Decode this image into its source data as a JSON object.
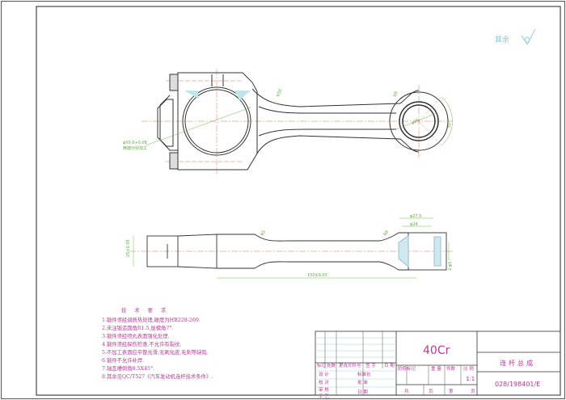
{
  "roughness_note": "其余",
  "dimensions": {
    "big_end_bore": "φ50.6+0.08",
    "big_end_note": "两端分别加工",
    "shank_radius": "R50",
    "small_end_radius": "R8",
    "small_end_bore": "φ26",
    "small_end_angle": "82°",
    "width": "25±0.05",
    "small_end_outer": "φ27.5",
    "small_end_inner": "φ24",
    "center_distance": "150±0.03",
    "oil_holes": "2-φ5",
    "fillet_left": "R5",
    "fillet_right": "R8"
  },
  "requirements": {
    "title": "技 术 要 求",
    "items": [
      "1.锻件须经调质热处理,硬度为HB228-269.",
      "2.未注锻造圆角R1.5,拔模角7°.",
      "3.锻件须经喷丸表面强化处理.",
      "4.锻件须经探伤检查,不允许有裂纹.",
      "5.不加工表面应平整光滑,无氧化皮,毛刺等缺陷.",
      "6.锻件不允许补焊.",
      "7.轴瓦槽倒角0.5X45°.",
      "8.其余见QC/T527《汽车发动机连杆技术条件》."
    ]
  },
  "title_block": {
    "material": "40Cr",
    "part_name": "连杆总成",
    "drawing_number": "028/198401/E",
    "scale": "1:1",
    "header_labels": [
      "标记",
      "处数",
      "更改文件号",
      "签  字",
      "日 期"
    ],
    "role_labels": [
      "设 计",
      "校 对",
      "审 核",
      "工 艺"
    ],
    "role_labels2": [
      "标准化",
      "批 准",
      "",
      "日 期"
    ],
    "stage_labels": [
      "阶段标记",
      "重 量",
      "件数",
      "比 例"
    ],
    "sheet_labels": [
      "共",
      "页",
      "第",
      "页"
    ]
  }
}
